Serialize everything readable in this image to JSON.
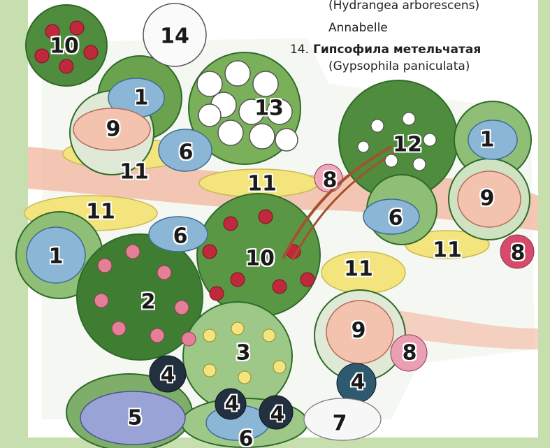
{
  "legend": {
    "line_sci_top": "(Hydrangea arborescens)",
    "line_cultivar": "Annabelle",
    "item14_number": "14.",
    "item14_ru": "Гипсофила метельчатая",
    "item14_sci": "(Gypsophila paniculata)"
  },
  "labels": [
    "10",
    "14",
    "1",
    "13",
    "9",
    "6",
    "12",
    "1",
    "11",
    "11",
    "8",
    "9",
    "11",
    "6",
    "6",
    "11",
    "8",
    "1",
    "10",
    "11",
    "2",
    "9",
    "3",
    "8",
    "4",
    "4",
    "4",
    "4",
    "5",
    "7",
    "6"
  ],
  "colors": {
    "frame": "#c7deaf",
    "path": "#f1b59e",
    "leaf": "#5f9a46",
    "leaf_dark": "#2f6a2a",
    "blue": "#8bb6d6",
    "red": "#c0283c",
    "pink": "#e57f98",
    "yellow": "#f4e47e",
    "white": "#ffffff",
    "lavender": "#9aa3d6"
  }
}
